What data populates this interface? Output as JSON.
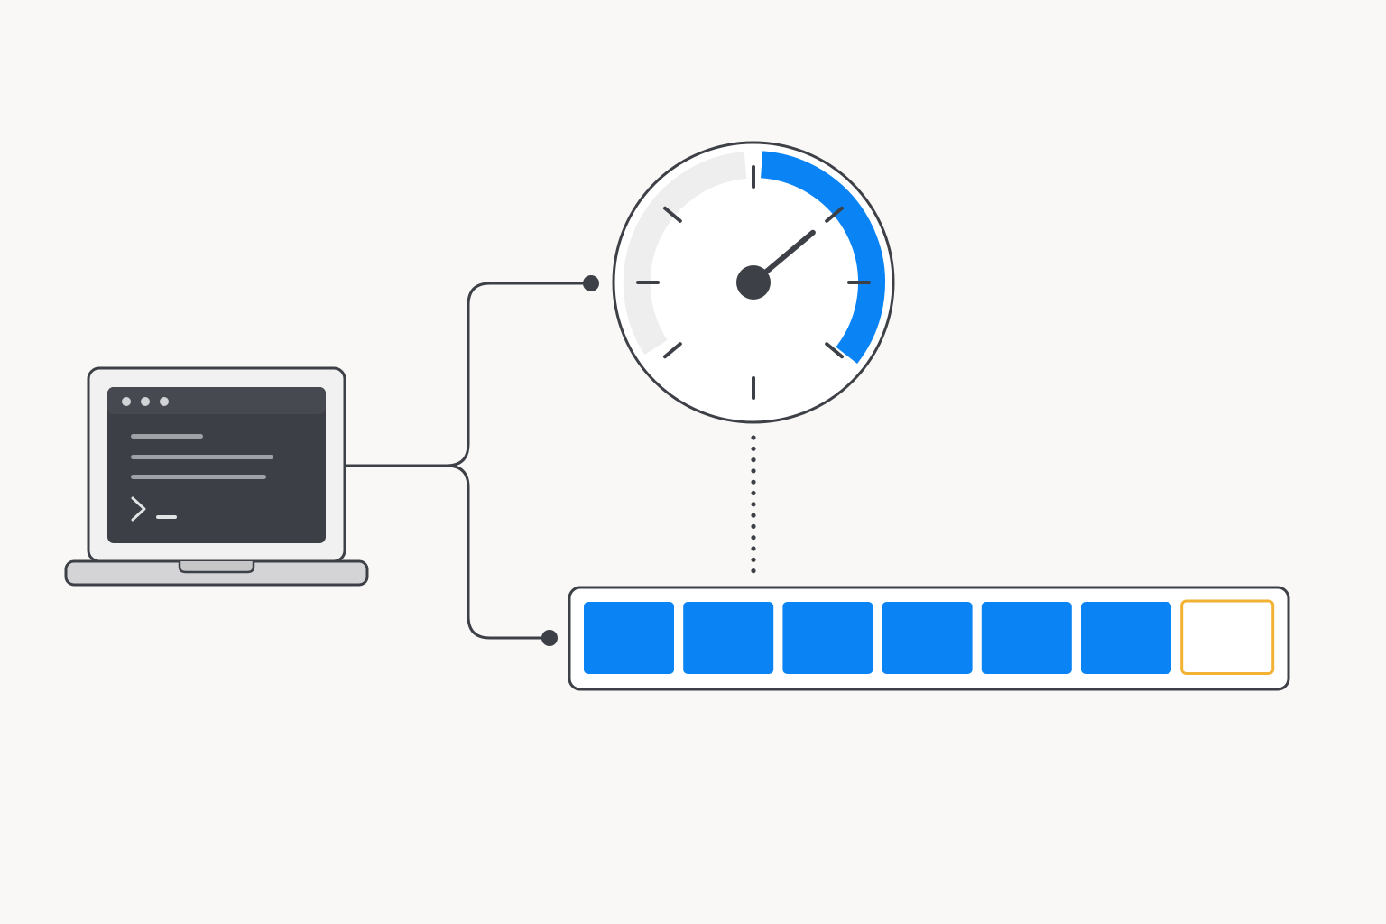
{
  "colors": {
    "background": "#f9f8f6",
    "stroke": "#3d4046",
    "accent": "#0a84f5",
    "highlight": "#f2b233",
    "terminal": "#3c3f45",
    "laptop_body": "#f1f1f1",
    "laptop_base": "#d4d4d6",
    "gauge_track": "#eeeeee"
  },
  "icons": {
    "laptop": "laptop-icon",
    "terminal_prompt": "terminal-prompt-icon",
    "gauge": "speedometer-gauge-icon",
    "progress": "segmented-progress-bar"
  },
  "gauge": {
    "level_fraction": 0.3
  },
  "progress": {
    "total_segments": 7,
    "filled_segments": 6,
    "highlighted_segment": 7
  }
}
